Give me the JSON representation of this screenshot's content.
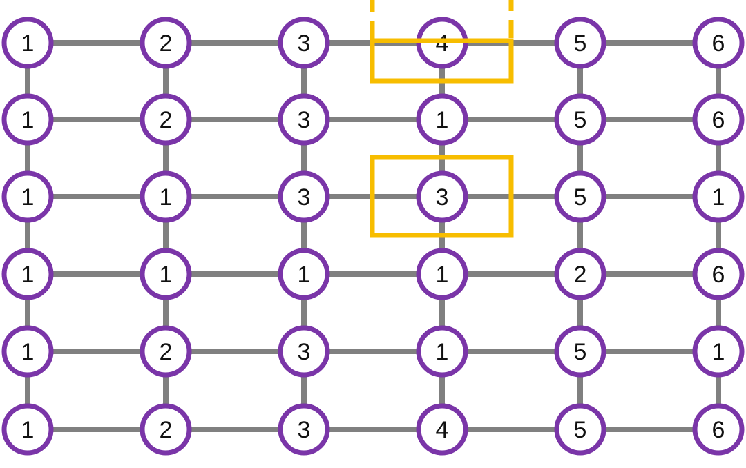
{
  "diagram": {
    "colors": {
      "background": "#ffffff",
      "edge": "#808080",
      "node_stroke": "#7a35a8",
      "node_fill": "#ffffff",
      "label": "#111111",
      "highlight": "#f7bd00"
    },
    "rows": [
      [
        "1",
        "2",
        "3",
        "4",
        "5",
        "6"
      ],
      [
        "1",
        "2",
        "3",
        "1",
        "5",
        "6"
      ],
      [
        "1",
        "1",
        "3",
        "3",
        "5",
        "1"
      ],
      [
        "1",
        "1",
        "1",
        "1",
        "2",
        "6"
      ],
      [
        "1",
        "2",
        "3",
        "1",
        "5",
        "1"
      ],
      [
        "1",
        "2",
        "3",
        "4",
        "5",
        "6"
      ]
    ]
  }
}
